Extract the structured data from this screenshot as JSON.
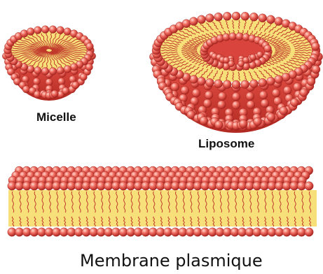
{
  "labels": {
    "micelle": "Micelle",
    "liposome": "Liposome",
    "membrane": "Membrane plasmique"
  },
  "structures": [
    {
      "id": "micelle",
      "kind": "micelle-hemisphere"
    },
    {
      "id": "liposome",
      "kind": "liposome-hemisphere"
    },
    {
      "id": "membrane",
      "kind": "lipid-bilayer-sheet"
    }
  ],
  "colors": {
    "head_fill": "#e8534a",
    "head_highlight": "#ffd0c8",
    "head_shadow": "#a8221e",
    "tail": "#c0392b",
    "interior": "#f7e07a"
  }
}
